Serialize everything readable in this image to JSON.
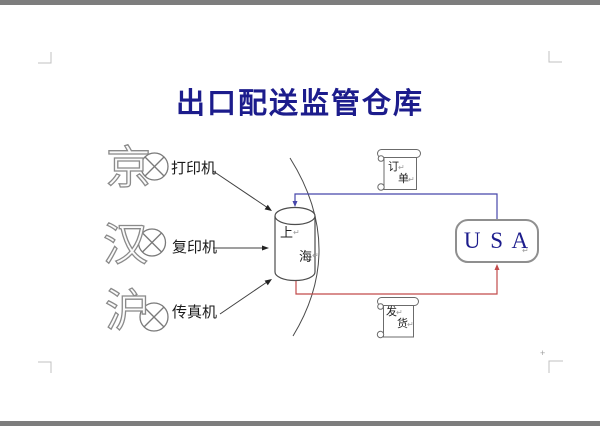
{
  "workspace": {
    "background_bar_color": "#7d7d7d",
    "stray_mark": "+"
  },
  "document": {
    "title": "出口配送监管仓库",
    "title_color": "#1c1c8c",
    "paragraph_mark": "↵"
  },
  "diagram": {
    "sources": [
      {
        "city": "京",
        "device": "打印机",
        "junction_symbol": "circled-x"
      },
      {
        "city": "汉",
        "device": "复印机",
        "junction_symbol": "circled-x"
      },
      {
        "city": "沪",
        "device": "传真机",
        "junction_symbol": "circled-x"
      }
    ],
    "warehouse": {
      "shape": "cylinder",
      "line1": "上",
      "line2": "海"
    },
    "destination": {
      "shape": "rounded-rectangle",
      "label": "U S A"
    },
    "order_scroll": {
      "shape": "vertical-scroll",
      "line1": "订",
      "line2": "单"
    },
    "shipment_scroll": {
      "shape": "vertical-scroll",
      "line1": "发",
      "line2": "货"
    },
    "order_flow_color": "#4646aa",
    "shipment_flow_color": "#c24b4b"
  }
}
